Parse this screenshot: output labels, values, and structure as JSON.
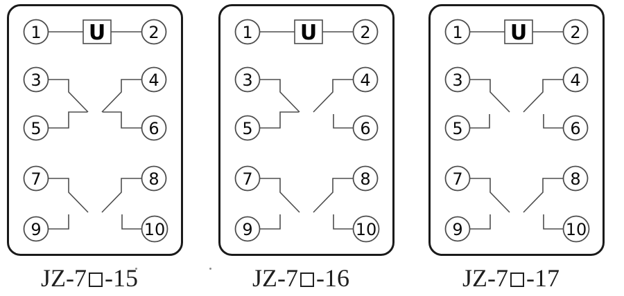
{
  "u_label": "U",
  "terminals": [
    "1",
    "2",
    "3",
    "4",
    "5",
    "6",
    "7",
    "8",
    "9",
    "10"
  ],
  "diagrams": [
    {
      "model_prefix": "JZ-7",
      "model_suffix": "-15",
      "contacts": {
        "middle_left": "closed",
        "middle_right": "closed",
        "bottom_left": "open",
        "bottom_right": "open"
      }
    },
    {
      "model_prefix": "JZ-7",
      "model_suffix": "-16",
      "contacts": {
        "middle_left": "closed",
        "middle_right": "open",
        "bottom_left": "open",
        "bottom_right": "open"
      }
    },
    {
      "model_prefix": "JZ-7",
      "model_suffix": "-17",
      "contacts": {
        "middle_left": "open",
        "middle_right": "open",
        "bottom_left": "open",
        "bottom_right": "open"
      }
    }
  ],
  "colors": {
    "background": "#ffffff",
    "frame": "#1a1a1a",
    "line": "#4d4d4d",
    "digit": "#0a0a0a",
    "label_text": "#1f1f1f"
  }
}
